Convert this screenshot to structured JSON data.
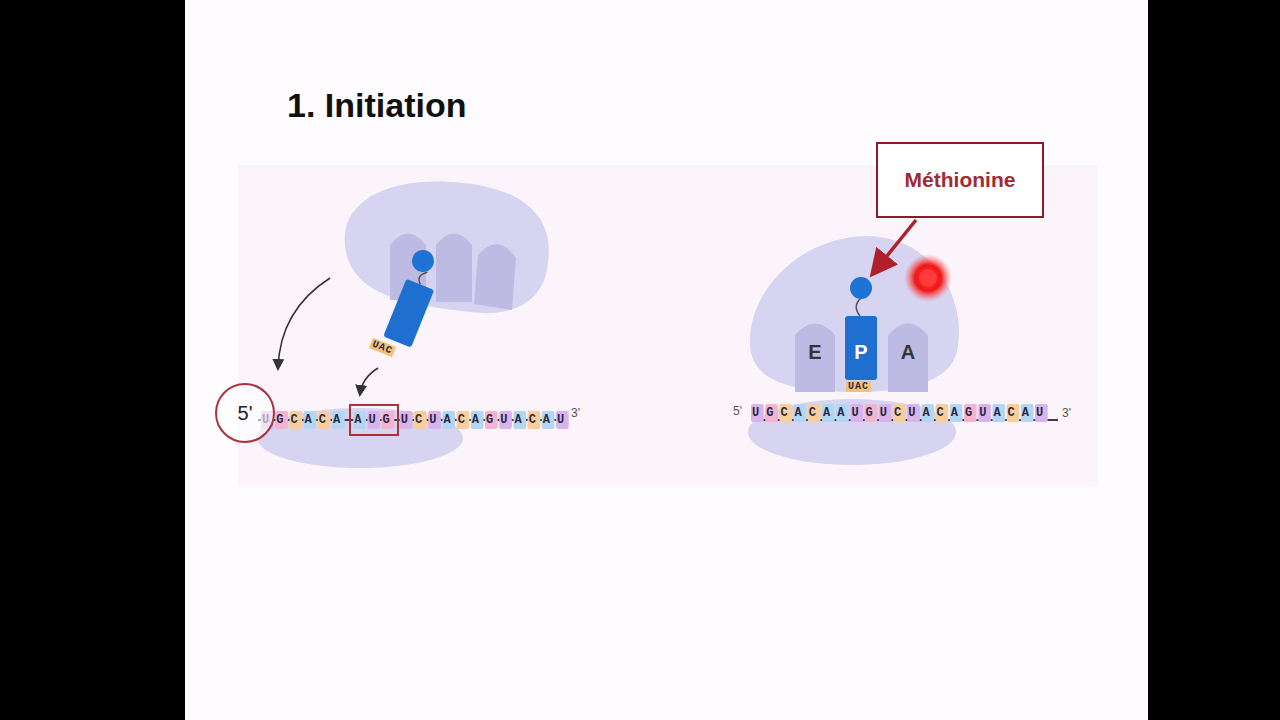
{
  "diagram": {
    "title": "1. Initiation",
    "nodes": [
      {
        "text": [
          "5'"
        ]
      },
      {
        "text": [
          "AUG"
        ]
      },
      {
        "text": [
          "Méthionine"
        ]
      },
      {
        "text": [
          "E"
        ]
      },
      {
        "text": [
          "P"
        ]
      },
      {
        "text": [
          "A"
        ]
      }
    ],
    "labels": [
      "UAC",
      "UGCACA",
      "UCUACAGUACAU",
      "3'",
      "5'",
      "UGCACAAUGUCUACAGUACAU",
      "3'",
      "UAC"
    ]
  }
}
